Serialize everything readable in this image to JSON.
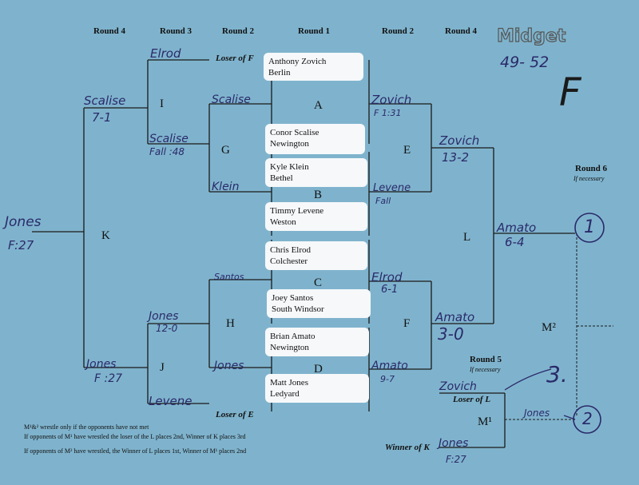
{
  "header": {
    "round4_left": "Round 4",
    "round3": "Round 3",
    "round2_left": "Round 2",
    "round1": "Round 1",
    "round2_right": "Round 2",
    "round4_right": "Round 4",
    "weight_class": "Midget",
    "weight_range": "49- 52",
    "pool_letter": "F"
  },
  "wrestlers": [
    {
      "name": "Anthony Zovich",
      "school": "Berlin"
    },
    {
      "name": "Conor Scalise",
      "school": "Newington"
    },
    {
      "name": "Kyle Klein",
      "school": "Bethel"
    },
    {
      "name": "Timmy Levene",
      "school": "Weston"
    },
    {
      "name": "Chris Elrod",
      "school": "Colchester"
    },
    {
      "name": "Joey Santos",
      "school": "South Windsor"
    },
    {
      "name": "Brian Amato",
      "school": "Newington"
    },
    {
      "name": "Matt Jones",
      "school": "Ledyard"
    }
  ],
  "bouts": {
    "A": "A",
    "B": "B",
    "C": "C",
    "D": "D",
    "E": "E",
    "F": "F",
    "G": "G",
    "H": "H",
    "I": "I",
    "J": "J",
    "K": "K",
    "L": "L"
  },
  "labels": {
    "loser_of_f": "Loser of F",
    "loser_of_e": "Loser of E",
    "round6": "Round 6",
    "round6_sub": "If necessary",
    "round5": "Round 5",
    "round5_sub": "If necessary",
    "loser_of_l": "Loser of L",
    "winner_of_k": "Winner of K",
    "m2": "M²",
    "m1": "M¹"
  },
  "handwriting": {
    "elrod_top": "Elrod",
    "scalise_r3": "Scalise",
    "scalise_r3_score": "7-1",
    "scalise_r2": "Scalise",
    "scalise_g": "Scalise",
    "scalise_g_score": "Fall :48",
    "klein": "Klein",
    "jones_k": "Jones",
    "jones_k_score": "F:27",
    "santos": "Santos",
    "jones_h": "Jones",
    "jones_h_score": "12-0",
    "jones_j": "Jones",
    "jones_j_score": "F :27",
    "jones_d": "Jones",
    "levene_bottom": "Levene",
    "zovich_a": "Zovich",
    "zovich_a_score": "F 1:31",
    "zovich_e": "Zovich",
    "zovich_e_score": "13-2",
    "levene_e": "Levene",
    "levene_e_score": "Fall",
    "elrod_c": "Elrod",
    "elrod_c_score": "6-1",
    "amato_f": "Amato",
    "amato_f_score": "3-0",
    "amato_d": "Amato",
    "amato_d_score": "9-7",
    "amato_l": "Amato",
    "amato_l_score": "6-4",
    "place1": "1",
    "zovich_r5": "Zovich",
    "place3": "3.",
    "jones_m1": "Jones",
    "place2": "2",
    "jones_winner_k": "Jones",
    "jones_winner_k_score": "F:27"
  },
  "notes": {
    "line1": "M¹&² wrestle only if the opponents have not met",
    "line2": "If opponents of M¹ have wrestled the loser of the L places 2nd, Winner of K places 3rd",
    "line3": "If opponents of M² have wrestled, the Winner of L places 1st, Winner of M¹ places 2nd"
  }
}
